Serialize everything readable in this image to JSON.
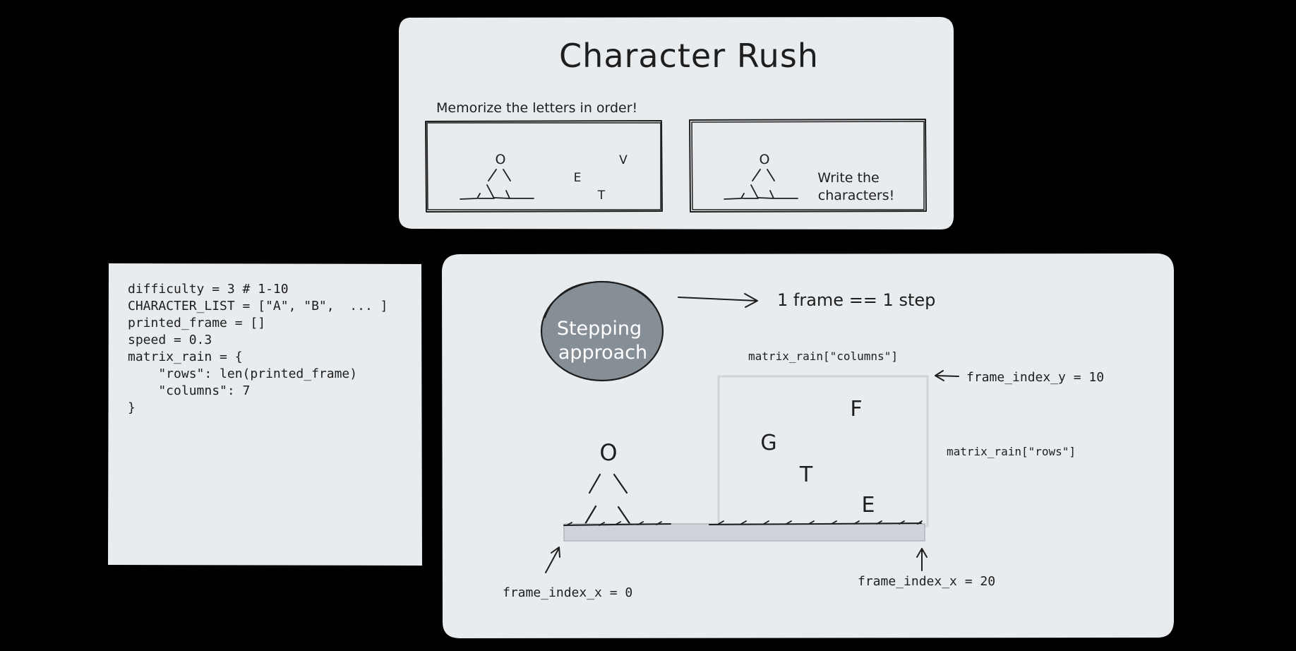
{
  "title_panel": {
    "title": "Character Rush",
    "memorize_caption": "Memorize the letters in order!",
    "frame1_letters": [
      "V",
      "E",
      "T"
    ],
    "frame2_caption_line1": "Write the",
    "frame2_caption_line2": "characters!",
    "runner_head": "O"
  },
  "code_panel": {
    "lines": [
      "difficulty = 3 # 1-10",
      "CHARACTER_LIST = [\"A\", \"B\",  ... ]",
      "printed_frame = []",
      "speed = 0.3",
      "matrix_rain = {",
      "    \"rows\": len(printed_frame)",
      "    \"columns\": 7",
      "}"
    ]
  },
  "diagram_panel": {
    "circle_label_line1": "Stepping",
    "circle_label_line2": "approach",
    "frame_step_note": "1 frame == 1 step",
    "columns_label": "matrix_rain[\"columns\"]",
    "rows_label": "matrix_rain[\"rows\"]",
    "frame_index_y_label": "frame_index_y = 10",
    "frame_index_x_start_label": "frame_index_x = 0",
    "frame_index_x_end_label": "frame_index_x = 20",
    "rain_letters": [
      "F",
      "G",
      "T",
      "E"
    ],
    "runner_head": "O"
  },
  "colors": {
    "background": "#000000",
    "panel_fill": "#e9ecef",
    "ink": "#1e1e1e",
    "circle_fill": "#868e96",
    "ground_fill": "#ced4da",
    "matrix_box_stroke": "#ced4da"
  }
}
